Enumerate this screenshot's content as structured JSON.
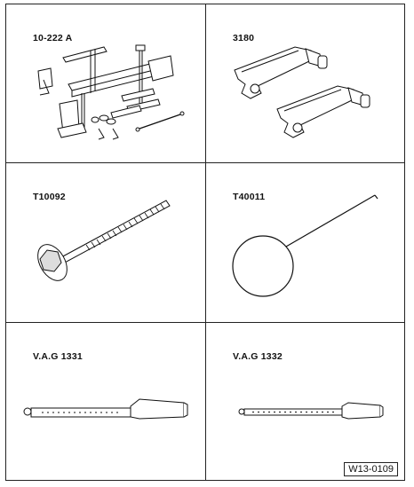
{
  "tools": [
    {
      "label": "10-222 A",
      "icon": "engine-support-bridge-icon"
    },
    {
      "label": "3180",
      "icon": "wrench-pair-icon"
    },
    {
      "label": "T10092",
      "icon": "long-bolt-icon"
    },
    {
      "label": "T40011",
      "icon": "wire-hook-icon"
    },
    {
      "label": "V.A.G 1331",
      "icon": "torque-wrench-icon"
    },
    {
      "label": "V.A.G 1332",
      "icon": "torque-wrench-small-icon"
    }
  ],
  "reference_code": "W13-0109"
}
